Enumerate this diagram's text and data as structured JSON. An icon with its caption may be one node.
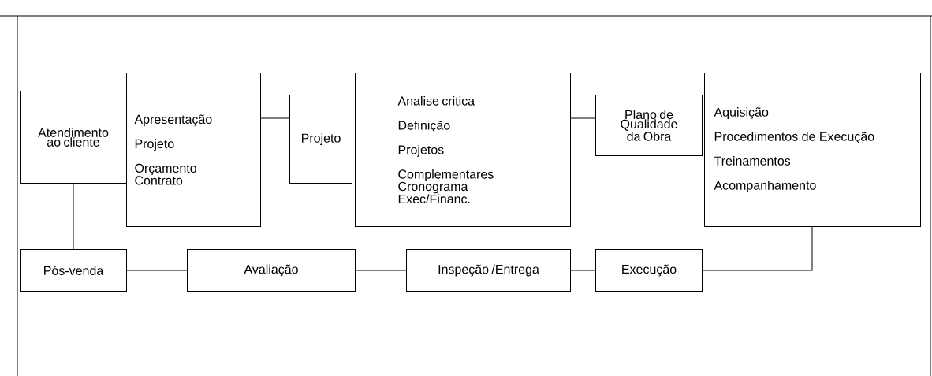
{
  "diagram": {
    "nodes": [
      {
        "text": [
          "Atendimento ao cliente"
        ]
      },
      {
        "text": [
          "Apresentação",
          "Projeto",
          "Orçamento",
          "Contrato"
        ]
      },
      {
        "text": [
          "Projeto"
        ]
      },
      {
        "text": [
          "Analise critica",
          "Definição",
          "Projetos Complementares",
          "Cronograma Exec/Financ."
        ]
      },
      {
        "text": [
          "Plano de Qualidade da Obra"
        ]
      },
      {
        "text": [
          "Aquisição",
          "Procedimentos de Execução",
          "Treinamentos",
          "Acompanhamento"
        ]
      },
      {
        "text": [
          "Pós-venda"
        ]
      },
      {
        "text": [
          "Avaliação"
        ]
      },
      {
        "text": [
          "Inspeção /Entrega"
        ]
      },
      {
        "text": [
          "Execução"
        ]
      }
    ],
    "edges": [
      {
        "from": 0,
        "to": 6,
        "arrow": "none"
      },
      {
        "from": 1,
        "to": 2,
        "arrow": "none"
      },
      {
        "from": 3,
        "to": 4,
        "arrow": "none"
      },
      {
        "from": 5,
        "to": 9,
        "arrow": "none"
      },
      {
        "from": 9,
        "to": 8,
        "arrow": "none"
      },
      {
        "from": 8,
        "to": 7,
        "arrow": "none"
      },
      {
        "from": 7,
        "to": 6,
        "arrow": "none"
      }
    ]
  }
}
